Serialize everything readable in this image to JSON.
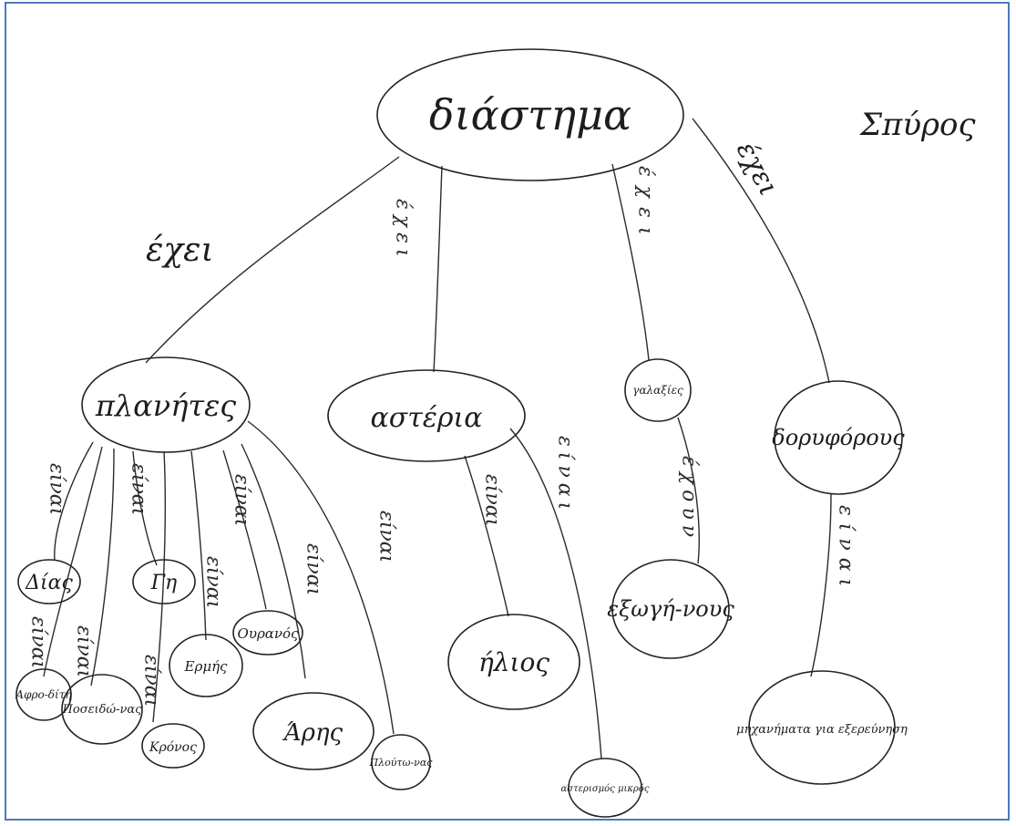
{
  "author": "Σπύρος",
  "nodes": {
    "root": "διάστημα",
    "planets": "πλανήτες",
    "stars": "αστέρια",
    "galaxies": "γαλαξίες",
    "satellites": "δορυφόρους",
    "zeus": "Δίας",
    "earth": "Γη",
    "uranus": "Ουρανός",
    "aphrodite": "Αφρο-δίτη",
    "poseidon": "Ποσειδώ-νας",
    "hermes": "Ερμής",
    "kronos": "Κρόνος",
    "ares": "Άρης",
    "pluto": "Πλούτω-νας",
    "sun": "ήλιος",
    "aliens": "εξωγή-νους",
    "constellation": "αστερισμός μικρός",
    "machines": "μηχανήματα για εξερεύνηση"
  },
  "edges": {
    "has_planets": "έχει",
    "has_stars": "έχει",
    "has_galaxies": "έχει",
    "has_satellites": "έχει",
    "is": "είναι",
    "have": "έχουν"
  }
}
